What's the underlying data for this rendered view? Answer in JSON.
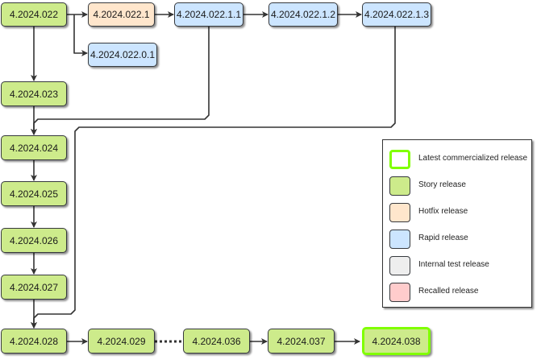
{
  "colors": {
    "story": "#cdeb8b",
    "hotfix": "#ffe6cc",
    "rapid": "#cce5ff",
    "internal": "#eeeeee",
    "recalled": "#ffcccc",
    "latest_border": "#80ff00",
    "edge": "#333333"
  },
  "nodes": [
    {
      "id": "n022",
      "label": "4.2024.022",
      "kind": "story"
    },
    {
      "id": "n0221",
      "label": "4.2024.022.1",
      "kind": "hotfix"
    },
    {
      "id": "n02211",
      "label": "4.2024.022.1.1",
      "kind": "rapid"
    },
    {
      "id": "n02212",
      "label": "4.2024.022.1.2",
      "kind": "rapid"
    },
    {
      "id": "n02213",
      "label": "4.2024.022.1.3",
      "kind": "rapid"
    },
    {
      "id": "n02201",
      "label": "4.2024.022.0.1",
      "kind": "rapid"
    },
    {
      "id": "n023",
      "label": "4.2024.023",
      "kind": "story"
    },
    {
      "id": "n024",
      "label": "4.2024.024",
      "kind": "story"
    },
    {
      "id": "n025",
      "label": "4.2024.025",
      "kind": "story"
    },
    {
      "id": "n026",
      "label": "4.2024.026",
      "kind": "story"
    },
    {
      "id": "n027",
      "label": "4.2024.027",
      "kind": "story"
    },
    {
      "id": "n028",
      "label": "4.2024.028",
      "kind": "story"
    },
    {
      "id": "n029",
      "label": "4.2024.029",
      "kind": "story"
    },
    {
      "id": "n036",
      "label": "4.2024.036",
      "kind": "story"
    },
    {
      "id": "n037",
      "label": "4.2024.037",
      "kind": "story"
    },
    {
      "id": "n038",
      "label": "4.2024.038",
      "kind": "story",
      "latest": true
    }
  ],
  "edges": [
    {
      "from": "n022",
      "to": "n0221",
      "style": "solid"
    },
    {
      "from": "n022",
      "to": "n02201",
      "style": "solid"
    },
    {
      "from": "n0221",
      "to": "n02211",
      "style": "solid"
    },
    {
      "from": "n02211",
      "to": "n02212",
      "style": "solid"
    },
    {
      "from": "n02212",
      "to": "n02213",
      "style": "solid"
    },
    {
      "from": "n022",
      "to": "n023",
      "style": "solid"
    },
    {
      "from": "n023",
      "to": "n024",
      "style": "solid"
    },
    {
      "from": "n02211",
      "to": "n024",
      "style": "solid"
    },
    {
      "from": "n024",
      "to": "n025",
      "style": "solid"
    },
    {
      "from": "n025",
      "to": "n026",
      "style": "solid"
    },
    {
      "from": "n026",
      "to": "n027",
      "style": "solid"
    },
    {
      "from": "n027",
      "to": "n028",
      "style": "solid"
    },
    {
      "from": "n02213",
      "to": "n028",
      "style": "solid"
    },
    {
      "from": "n028",
      "to": "n029",
      "style": "solid"
    },
    {
      "from": "n029",
      "to": "n036",
      "style": "dotted"
    },
    {
      "from": "n036",
      "to": "n037",
      "style": "solid"
    },
    {
      "from": "n037",
      "to": "n038",
      "style": "solid"
    }
  ],
  "legend": [
    {
      "label": "Latest commercialized release",
      "kind": "latest"
    },
    {
      "label": "Story release",
      "kind": "story"
    },
    {
      "label": "Hotfix release",
      "kind": "hotfix"
    },
    {
      "label": "Rapid release",
      "kind": "rapid"
    },
    {
      "label": "Internal test release",
      "kind": "internal"
    },
    {
      "label": "Recalled release",
      "kind": "recalled"
    }
  ]
}
